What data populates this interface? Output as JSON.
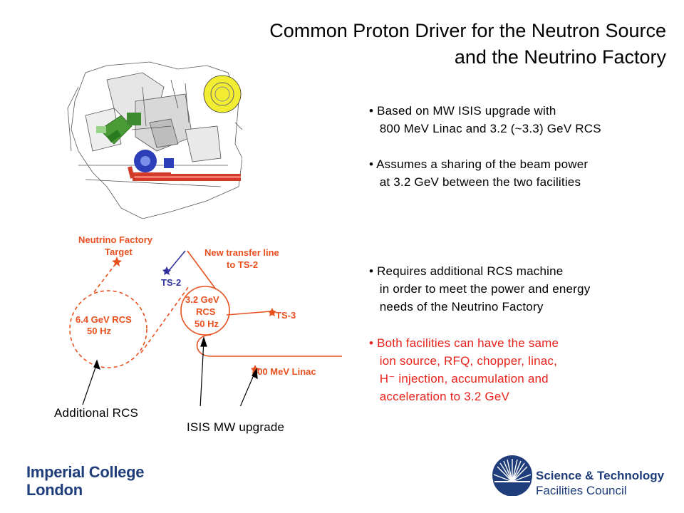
{
  "title": {
    "line1": "Common Proton Driver for the Neutron Source",
    "line2": "and the Neutrino Factory"
  },
  "bullets_top": [
    [
      "• Based on MW ISIS upgrade with",
      "   800 MeV Linac and 3.2 (~3.3) GeV RCS"
    ],
    [
      "• Assumes a sharing of the beam power",
      "   at 3.2 GeV between the two facilities"
    ]
  ],
  "bullets_middle": [
    [
      "• Requires additional RCS machine",
      "   in order to meet the power and energy",
      "   needs of the Neutrino Factory"
    ]
  ],
  "bullet_red": [
    "• Both facilities can have the same",
    "   ion source, RFQ, chopper, linac,",
    "   H⁻ injection, accumulation and",
    "   acceleration to 3.2 GeV"
  ],
  "diagram": {
    "nf_target_line1": "Neutrino Factory",
    "nf_target_line2": "Target",
    "transfer_line1": "New transfer line",
    "transfer_line2": "to TS-2",
    "ts2": "TS-2",
    "ts3": "TS-3",
    "rcs64_line1": "6.4 GeV RCS",
    "rcs64_line2": "50 Hz",
    "rcs32_line1": "3.2 GeV",
    "rcs32_line2": "RCS",
    "rcs32_line3": "50 Hz",
    "linac": "800 MeV Linac",
    "accent_color": "#e8501e",
    "ts2_color": "#3333a0"
  },
  "captions": {
    "additional_rcs": "Additional RCS",
    "isis_upgrade": "ISIS MW upgrade"
  },
  "logos": {
    "imperial_line1": "Imperial College",
    "imperial_line2": "London",
    "stfc_line1": "Science & Technology",
    "stfc_line2": "Facilities Council",
    "brand_color": "#1f3d7a"
  }
}
